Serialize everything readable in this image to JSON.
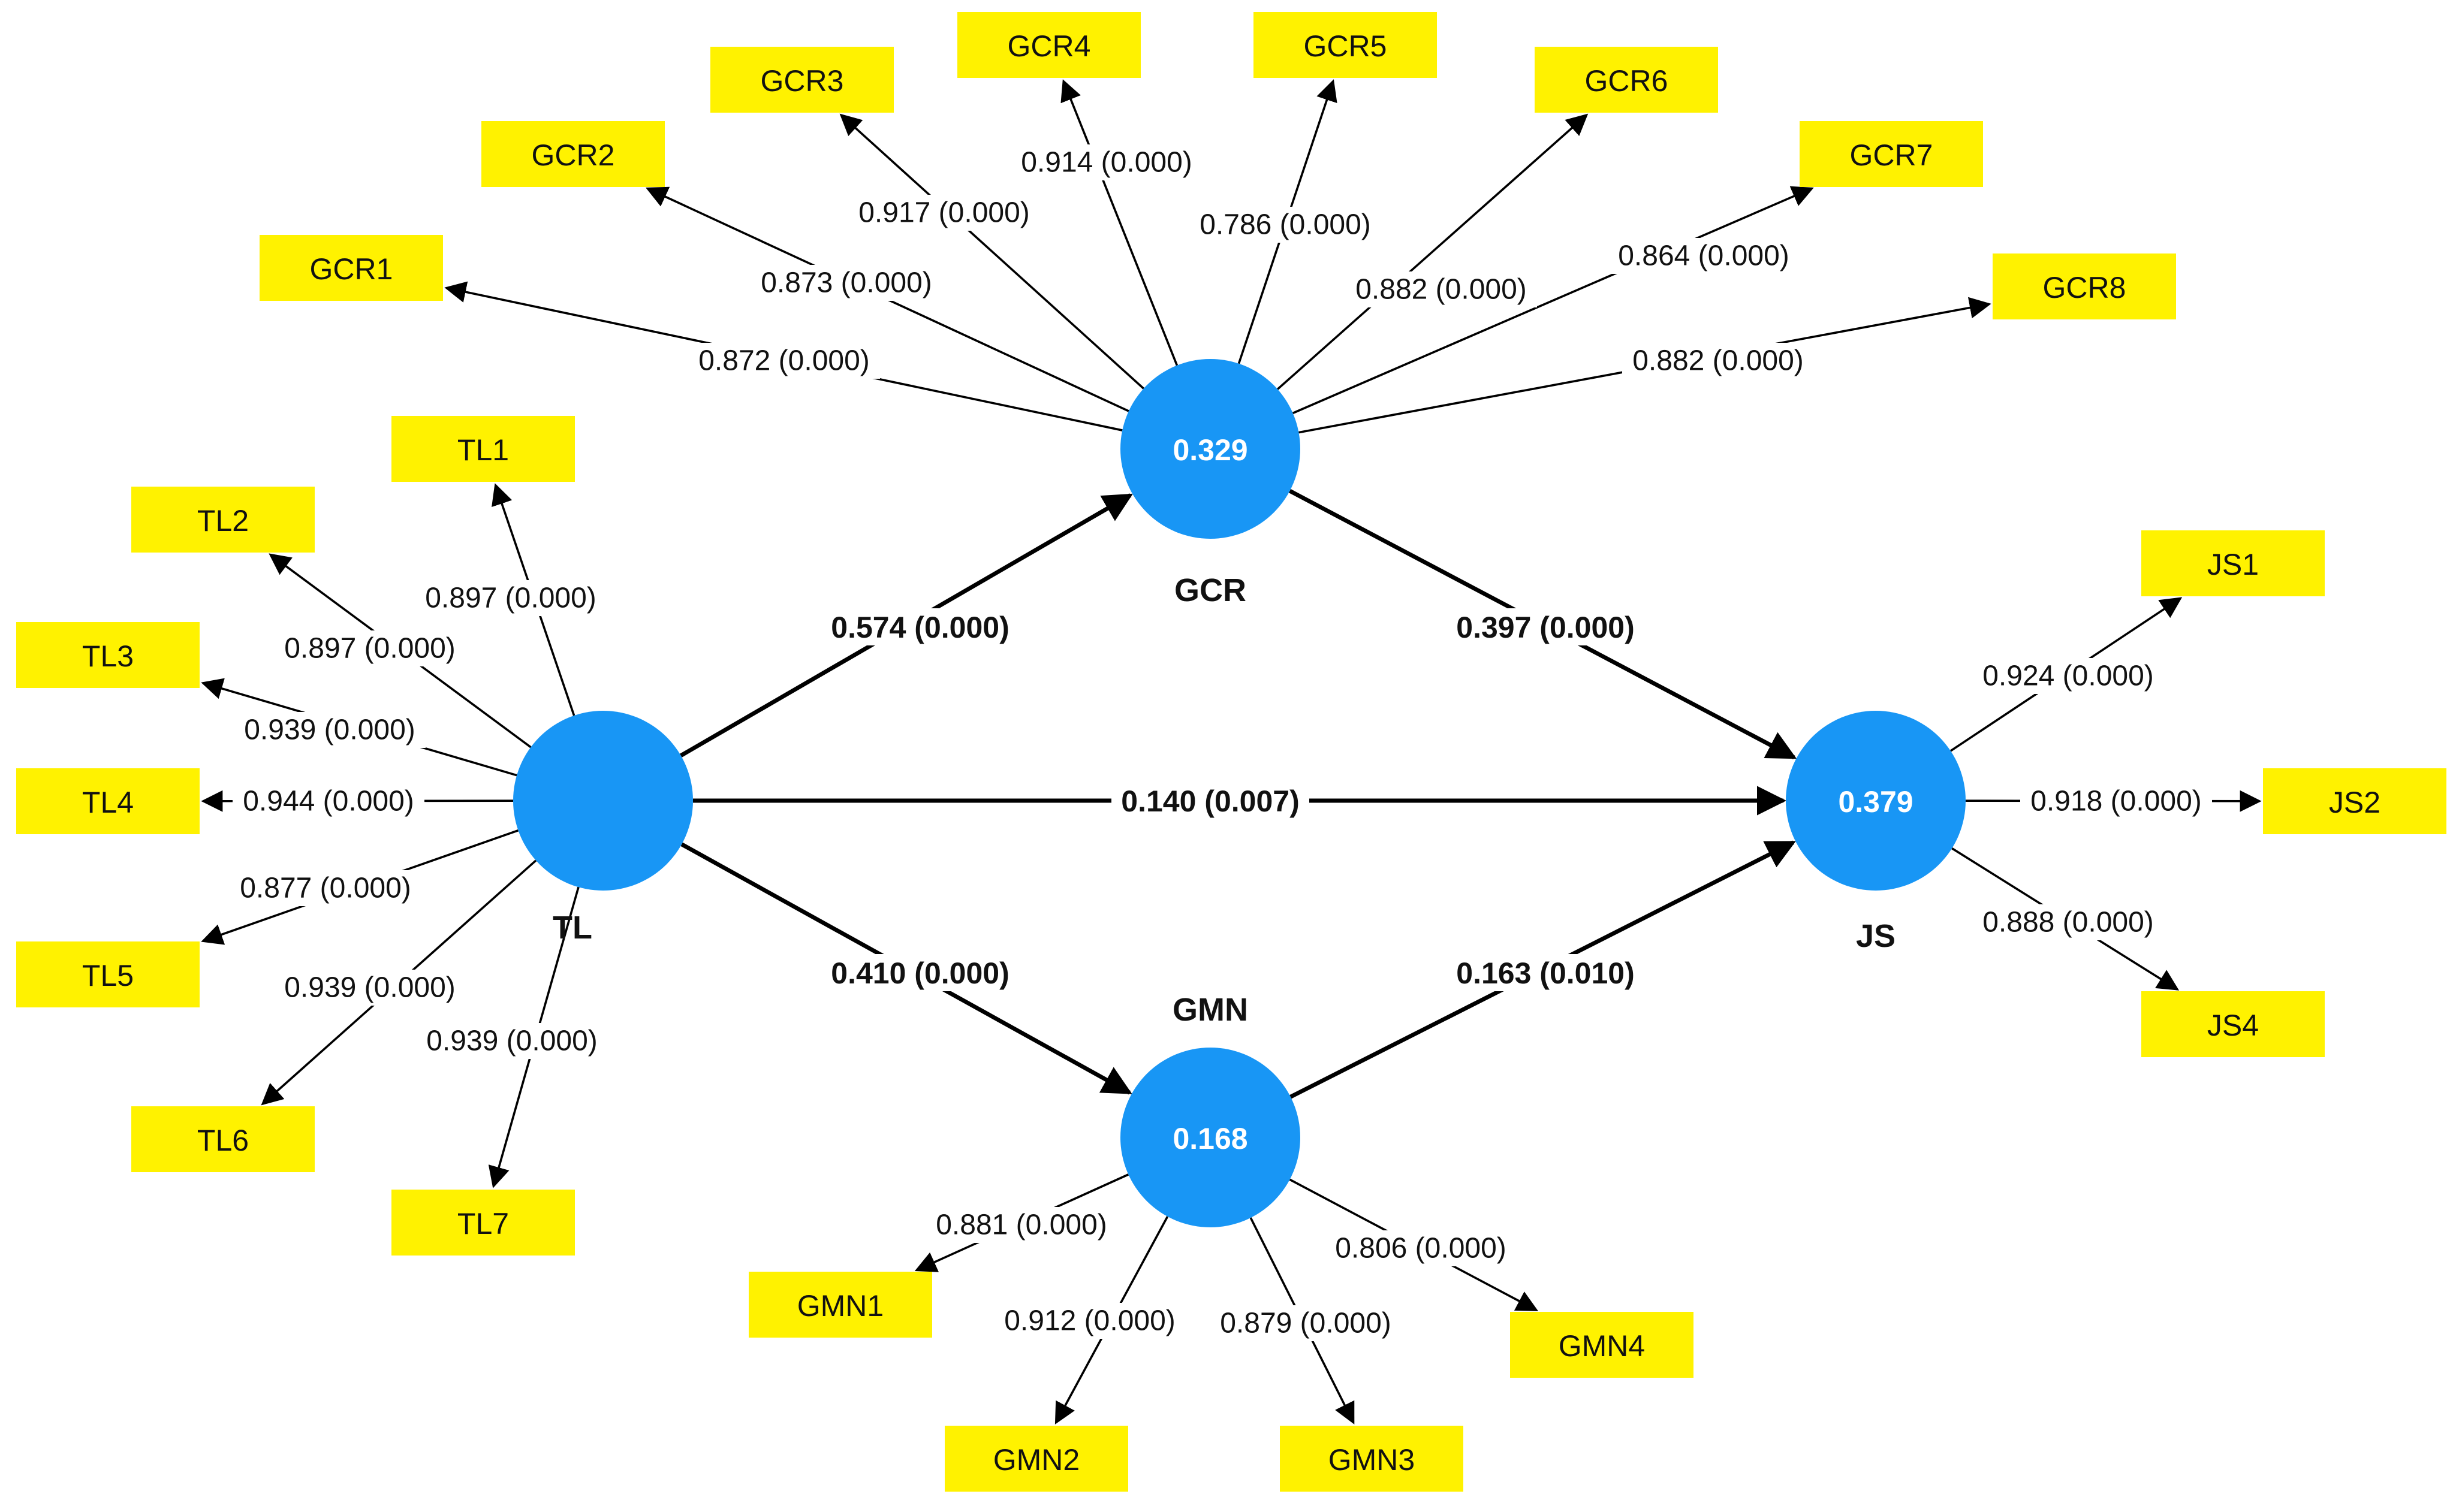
{
  "colors": {
    "construct_fill": "#1896f5",
    "indicator_fill": "#fff200",
    "arrow": "#000000",
    "background": "#ffffff"
  },
  "constructs": {
    "TL": {
      "name": "TL",
      "r2": ""
    },
    "GCR": {
      "name": "GCR",
      "r2": "0.329"
    },
    "GMN": {
      "name": "GMN",
      "r2": "0.168"
    },
    "JS": {
      "name": "JS",
      "r2": "0.379"
    }
  },
  "paths": [
    {
      "from": "TL",
      "to": "GCR",
      "label": "0.574 (0.000)"
    },
    {
      "from": "GCR",
      "to": "JS",
      "label": "0.397 (0.000)"
    },
    {
      "from": "TL",
      "to": "JS",
      "label": "0.140 (0.007)"
    },
    {
      "from": "TL",
      "to": "GMN",
      "label": "0.410 (0.000)"
    },
    {
      "from": "GMN",
      "to": "JS",
      "label": "0.163 (0.010)"
    }
  ],
  "indicators": [
    {
      "construct": "GCR",
      "name": "GCR1",
      "loading": "0.872 (0.000)"
    },
    {
      "construct": "GCR",
      "name": "GCR2",
      "loading": "0.873 (0.000)"
    },
    {
      "construct": "GCR",
      "name": "GCR3",
      "loading": "0.917 (0.000)"
    },
    {
      "construct": "GCR",
      "name": "GCR4",
      "loading": "0.914 (0.000)"
    },
    {
      "construct": "GCR",
      "name": "GCR5",
      "loading": "0.786 (0.000)"
    },
    {
      "construct": "GCR",
      "name": "GCR6",
      "loading": "0.882 (0.000)"
    },
    {
      "construct": "GCR",
      "name": "GCR7",
      "loading": "0.864 (0.000)"
    },
    {
      "construct": "GCR",
      "name": "GCR8",
      "loading": "0.882 (0.000)"
    },
    {
      "construct": "TL",
      "name": "TL1",
      "loading": "0.897 (0.000)"
    },
    {
      "construct": "TL",
      "name": "TL2",
      "loading": "0.897 (0.000)"
    },
    {
      "construct": "TL",
      "name": "TL3",
      "loading": "0.939 (0.000)"
    },
    {
      "construct": "TL",
      "name": "TL4",
      "loading": "0.944 (0.000)"
    },
    {
      "construct": "TL",
      "name": "TL5",
      "loading": "0.877 (0.000)"
    },
    {
      "construct": "TL",
      "name": "TL6",
      "loading": "0.939 (0.000)"
    },
    {
      "construct": "TL",
      "name": "TL7",
      "loading": "0.939 (0.000)"
    },
    {
      "construct": "JS",
      "name": "JS1",
      "loading": "0.924 (0.000)"
    },
    {
      "construct": "JS",
      "name": "JS2",
      "loading": "0.918 (0.000)"
    },
    {
      "construct": "JS",
      "name": "JS4",
      "loading": "0.888 (0.000)"
    },
    {
      "construct": "GMN",
      "name": "GMN1",
      "loading": "0.881 (0.000)"
    },
    {
      "construct": "GMN",
      "name": "GMN2",
      "loading": "0.912 (0.000)"
    },
    {
      "construct": "GMN",
      "name": "GMN3",
      "loading": "0.879 (0.000)"
    },
    {
      "construct": "GMN",
      "name": "GMN4",
      "loading": "0.806 (0.000)"
    }
  ]
}
